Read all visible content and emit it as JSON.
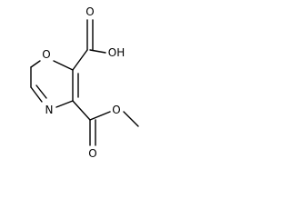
{
  "molecule": {
    "atoms": {
      "ring_oxygen": "O",
      "ring_nitrogen": "N",
      "acid_carbonyl_oxygen": "O",
      "acid_hydroxyl": "OH",
      "ester_carbonyl_oxygen": "O",
      "ester_oxygen": "O"
    }
  }
}
